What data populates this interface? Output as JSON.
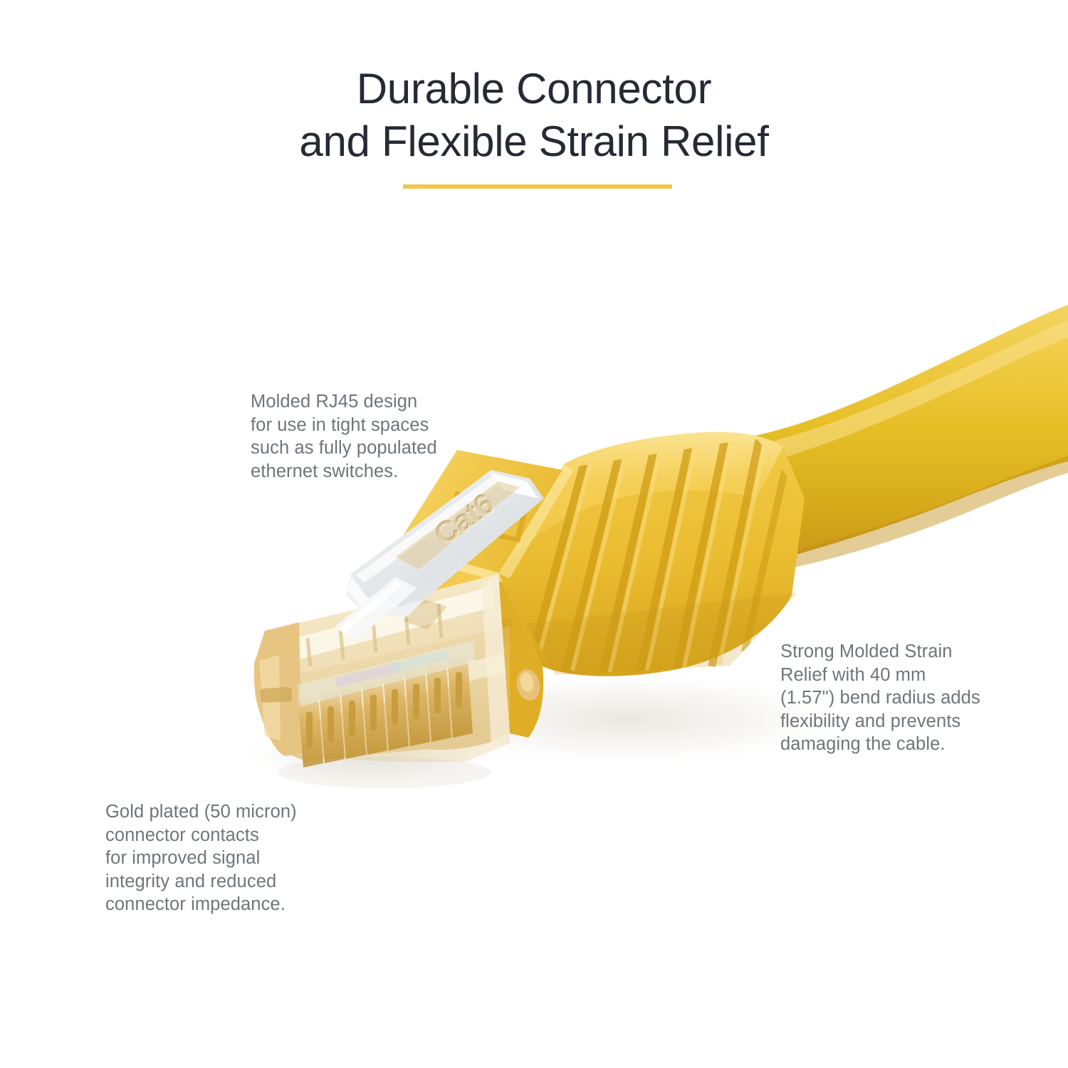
{
  "header": {
    "title_line_1": "Durable Connector",
    "title_line_2": "and Flexible Strain Relief",
    "accent_color": "#efc84c",
    "title_color": "#252a33"
  },
  "callouts": [
    {
      "id": "rj45",
      "text": "Molded RJ45 design\nfor use in tight spaces\nsuch as fully populated\nethernet switches."
    },
    {
      "id": "strain",
      "text": "Strong Molded Strain\nRelief with 40 mm\n(1.57\") bend radius adds\nflexibility and prevents\ndamaging the cable."
    },
    {
      "id": "gold",
      "text": "Gold plated (50 micron)\nconnector contacts\nfor improved signal\nintegrity and reduced\nconnector impedance."
    }
  ],
  "product": {
    "name": "Yellow molded Cat6 RJ45 ethernet patch cable connector",
    "latch_emboss_text": "Cat6",
    "contact_count": 8,
    "boot_rib_count": 7,
    "colors": {
      "cable_jacket": "#e3ba22",
      "boot_yellow": "#f0c63c",
      "boot_shadow": "#d5a41c",
      "boot_highlight": "#f8dd7e",
      "clear_housing": "#f3e6c4",
      "gold_contact": "#d9ae55",
      "latch_clear": "#e8eaec",
      "green_dot": "#13a03c",
      "text_body": "#70757a"
    }
  }
}
